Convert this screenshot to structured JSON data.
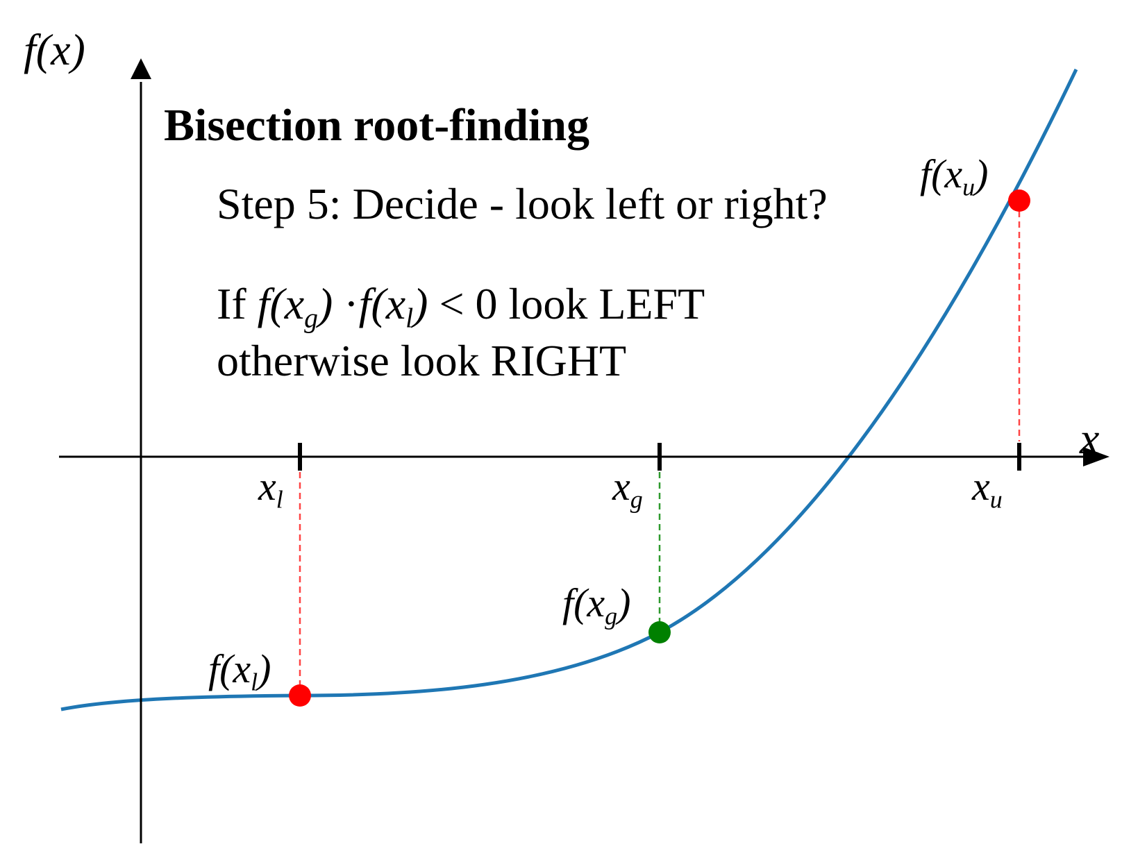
{
  "axes": {
    "y_label": "f(x)",
    "x_label": "x"
  },
  "text": {
    "title": "Bisection root-finding",
    "step": "Step 5: Decide - look left or right?",
    "rule_prefix": "If",
    "rule_op": "<",
    "rule_value": "0",
    "rule_suffix": "look LEFT",
    "rule_line2": "otherwise look RIGHT"
  },
  "points": {
    "lower": {
      "x_label": "x",
      "x_sub": "l",
      "y_label_pre": "f(x",
      "y_label_sub": "l",
      "y_label_post": ")",
      "color": "#ff0000"
    },
    "guess": {
      "x_label": "x",
      "x_sub": "g",
      "y_label_pre": "f(x",
      "y_label_sub": "g",
      "y_label_post": ")",
      "color": "#008000"
    },
    "upper": {
      "x_label": "x",
      "x_sub": "u",
      "y_label_pre": "f(x",
      "y_label_sub": "u",
      "y_label_post": ")",
      "color": "#ff0000"
    }
  },
  "colors": {
    "curve": "#1f77b4",
    "lower_dash": "#ff4444",
    "guess_dash": "#2e9a2e",
    "upper_dash": "#ff4444"
  }
}
